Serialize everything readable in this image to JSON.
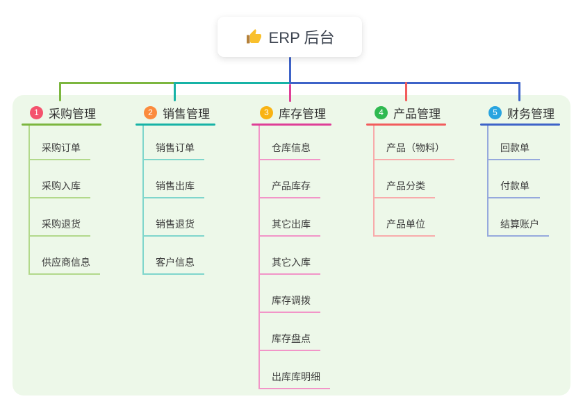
{
  "root": {
    "title": "ERP 后台",
    "icon": "thumbs-up"
  },
  "canvas": {
    "panel_bg": "#edf8e9",
    "root_line_color": "#3e63c8"
  },
  "branches": [
    {
      "num": "1",
      "label": "采购管理",
      "line_color": "#7cb63f",
      "item_line_color": "#b2d98b",
      "badge_color": "#f4526d",
      "items": [
        "采购订单",
        "采购入库",
        "采购退货",
        "供应商信息"
      ]
    },
    {
      "num": "2",
      "label": "销售管理",
      "line_color": "#17b3a6",
      "item_line_color": "#7fd6cc",
      "badge_color": "#fb8b3d",
      "items": [
        "销售订单",
        "销售出库",
        "销售退货",
        "客户信息"
      ]
    },
    {
      "num": "3",
      "label": "库存管理",
      "line_color": "#de3f97",
      "item_line_color": "#f295c8",
      "badge_color": "#f9b313",
      "items": [
        "仓库信息",
        "产品库存",
        "其它出库",
        "其它入库",
        "库存调拨",
        "库存盘点",
        "出库库明细"
      ]
    },
    {
      "num": "4",
      "label": "产品管理",
      "line_color": "#f25c5c",
      "item_line_color": "#f8abab",
      "badge_color": "#2fb950",
      "items": [
        "产品（物料）",
        "产品分类",
        "产品单位"
      ]
    },
    {
      "num": "5",
      "label": "财务管理",
      "line_color": "#3e63c8",
      "item_line_color": "#96a9dd",
      "badge_color": "#28a4e0",
      "items": [
        "回款单",
        "付款单",
        "结算账户"
      ]
    }
  ]
}
